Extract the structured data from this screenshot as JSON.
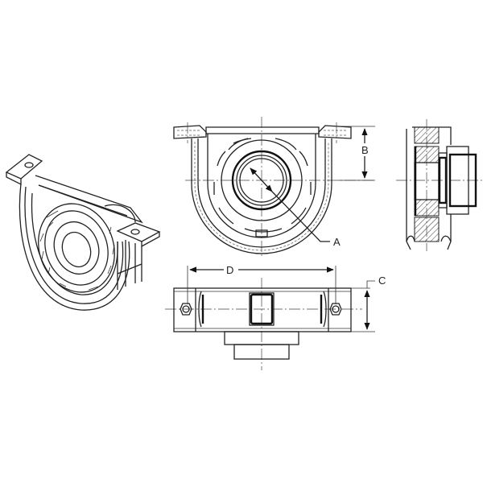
{
  "drawing": {
    "subject": "driveshaft center support bearing",
    "views": [
      {
        "id": "isometric",
        "label": ""
      },
      {
        "id": "front",
        "label": ""
      },
      {
        "id": "side-section",
        "label": ""
      },
      {
        "id": "bottom",
        "label": ""
      }
    ],
    "dimensions": {
      "A": {
        "label": "A",
        "meaning": "bearing bore diameter"
      },
      "B": {
        "label": "B",
        "meaning": "mounting surface to shaft centerline height"
      },
      "C": {
        "label": "C",
        "meaning": "bracket width"
      },
      "D": {
        "label": "D",
        "meaning": "bolt hole center-to-center distance"
      }
    },
    "colors": {
      "line": "#222222",
      "background": "#ffffff"
    }
  }
}
